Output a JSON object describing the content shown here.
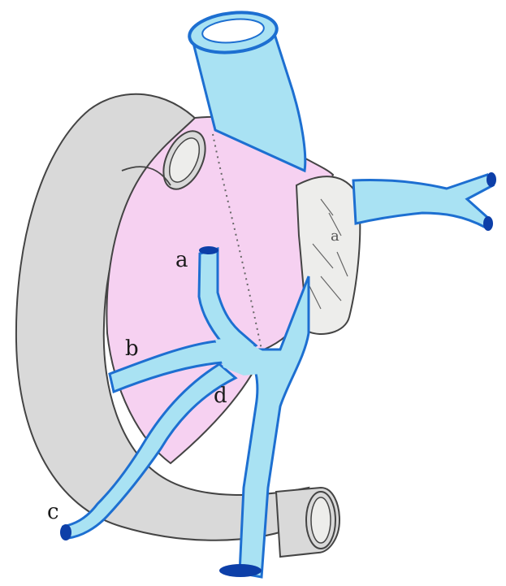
{
  "labels": {
    "a": "a",
    "b": "b",
    "c": "c",
    "d": "d",
    "node": "a"
  },
  "colors": {
    "vessel_fill": "#a9e2f3",
    "vessel_edge": "#1d6fd1",
    "vessel_cap": "#0d3fa8",
    "organ_fill": "#f6d1f1",
    "duodenum_fill": "#d9d9d9",
    "outline": "#444444",
    "node_fill": "#ededeb"
  }
}
